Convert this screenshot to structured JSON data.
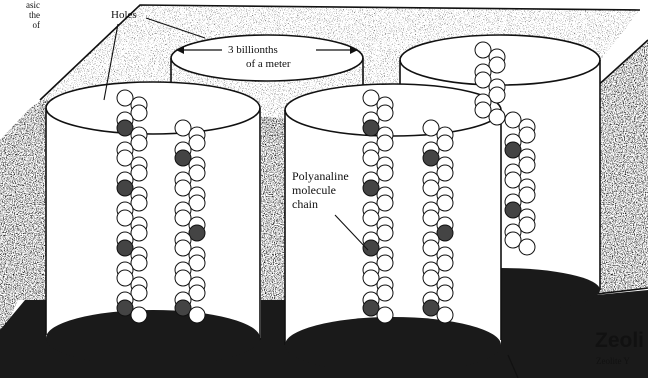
{
  "corner_text": [
    "asic",
    "the",
    "of"
  ],
  "labels": {
    "holes": "Holes",
    "dimension_line1": "3 billionths",
    "dimension_line2": "of a meter",
    "molecule_line1": "Polyanaline",
    "molecule_line2": "molecule",
    "molecule_line3": "chain",
    "material_title": "Zeoli",
    "material_subtitle": "Zeolite Y"
  },
  "colors": {
    "background": "#ffffff",
    "ink": "#111111",
    "stipple_wall": "#2b2b2b",
    "floor": "#1a1a1a",
    "atom_fill": "#ffffff",
    "dark_atom": "#444444"
  }
}
